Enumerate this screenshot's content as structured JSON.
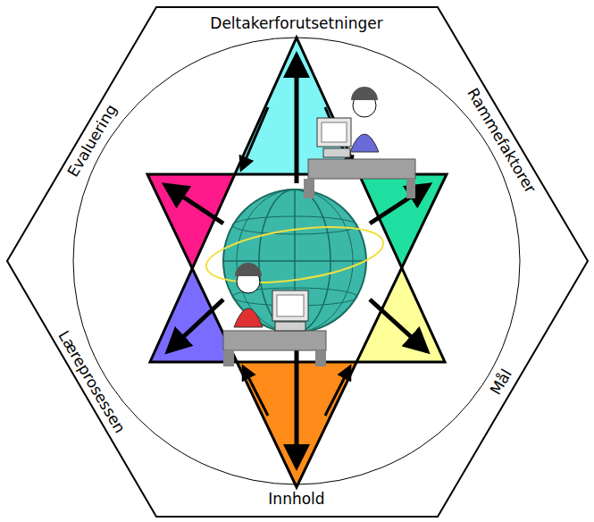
{
  "diagram": {
    "labels": [
      "Deltakerforutsetninger",
      "Rammefaktorer",
      "Mål",
      "Innhold",
      "Læreprosessen",
      "Evaluering"
    ]
  }
}
